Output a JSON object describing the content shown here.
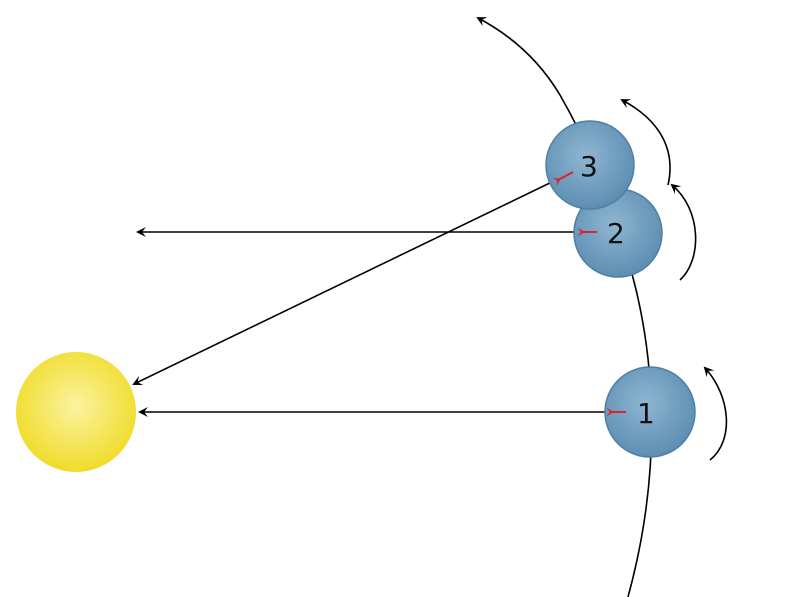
{
  "diagram": {
    "planets": [
      {
        "label": "1"
      },
      {
        "label": "2"
      },
      {
        "label": "3"
      }
    ],
    "colors": {
      "sun_center": "#fbf3a0",
      "sun_edge": "#f0dc2a",
      "planet_center": "#8fb6d2",
      "planet_edge": "#5d8eb2",
      "planet_stroke": "#4f7fa3",
      "line": "#000000",
      "small_arrow": "#e0202a"
    }
  }
}
